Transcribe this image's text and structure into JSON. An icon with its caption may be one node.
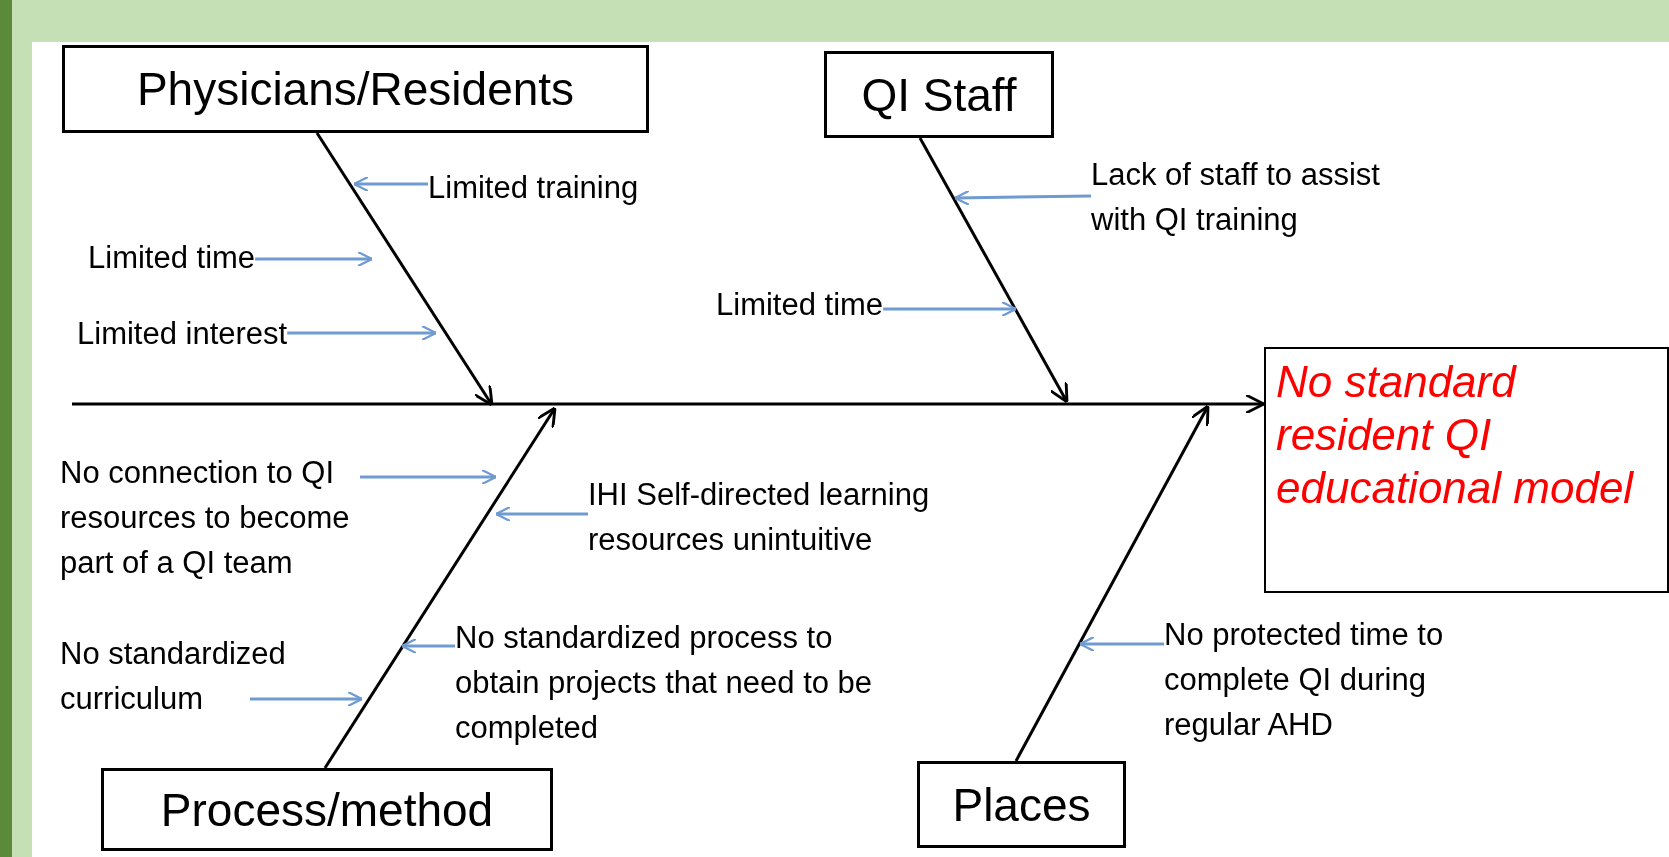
{
  "diagram": {
    "nodes": [
      {
        "text": [
          "Physicians/Residents"
        ]
      },
      {
        "text": [
          "QI Staff"
        ]
      },
      {
        "text": [
          "Process/method"
        ]
      },
      {
        "text": [
          "Places"
        ]
      },
      {
        "text": [
          "No standard resident QI educational model"
        ]
      },
      {
        "text": [
          "Limited training"
        ]
      },
      {
        "text": [
          "Limited time"
        ]
      },
      {
        "text": [
          "Limited interest"
        ]
      },
      {
        "text": [
          "Lack of staff to assist with QI training"
        ]
      },
      {
        "text": [
          "Limited time"
        ]
      },
      {
        "text": [
          "No connection to QI resources to become part of a QI team"
        ]
      },
      {
        "text": [
          "IHI Self-directed learning resources unintuitive"
        ]
      },
      {
        "text": [
          "No standardized curriculum"
        ]
      },
      {
        "text": [
          "No standardized process to obtain projects that need to be completed"
        ]
      },
      {
        "text": [
          "No protected time to complete QI during regular AHD"
        ]
      }
    ],
    "edges": [
      {
        "from": null,
        "to": 4,
        "arrow": "to",
        "color": "#000000"
      },
      {
        "from": 0,
        "to": null,
        "arrow": "to",
        "color": "#000000"
      },
      {
        "from": 1,
        "to": null,
        "arrow": "to",
        "color": "#000000"
      },
      {
        "from": 2,
        "to": null,
        "arrow": "to",
        "color": "#000000"
      },
      {
        "from": 3,
        "to": null,
        "arrow": "to",
        "color": "#000000"
      },
      {
        "from": 5,
        "to": null,
        "arrow": "to"
      },
      {
        "from": 6,
        "to": null,
        "arrow": "to"
      },
      {
        "from": 7,
        "to": null,
        "arrow": "to"
      },
      {
        "from": 8,
        "to": null,
        "arrow": "to"
      },
      {
        "from": 9,
        "to": null,
        "arrow": "to"
      },
      {
        "from": 10,
        "to": null,
        "arrow": "to"
      },
      {
        "from": 11,
        "to": null,
        "arrow": "to"
      },
      {
        "from": 12,
        "to": null,
        "arrow": "to"
      },
      {
        "from": 13,
        "to": null,
        "arrow": "to"
      },
      {
        "from": 14,
        "to": null,
        "arrow": "to"
      }
    ]
  }
}
